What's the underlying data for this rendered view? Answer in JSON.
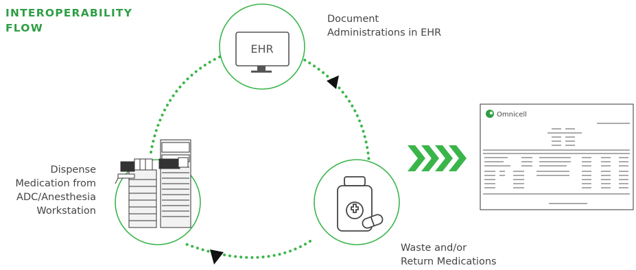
{
  "title": {
    "line1": "INTEROPERABILITY",
    "line2": "FLOW"
  },
  "colors": {
    "green": "#3ab54a",
    "title_green": "#2e9e45",
    "text": "#444444",
    "ink": "#111111"
  },
  "nodes": {
    "ehr": {
      "screen_text": "EHR",
      "label_line1": "Document",
      "label_line2": "Administrations in EHR",
      "icon": "computer-monitor-icon"
    },
    "adc": {
      "label_line1": "Dispense",
      "label_line2": "Medication from",
      "label_line3": "ADC/Anesthesia",
      "label_line4": "Workstation",
      "icon": "dispensing-cabinet-icon"
    },
    "waste": {
      "label_line1": "Waste and/or",
      "label_line2": "Return Medications",
      "icon": "medication-bottle-icon"
    }
  },
  "report": {
    "logo_text": "Omnicell",
    "icon": "report-document-icon"
  },
  "chevrons": {
    "count": 4,
    "icon": "chevron-right-icon"
  }
}
